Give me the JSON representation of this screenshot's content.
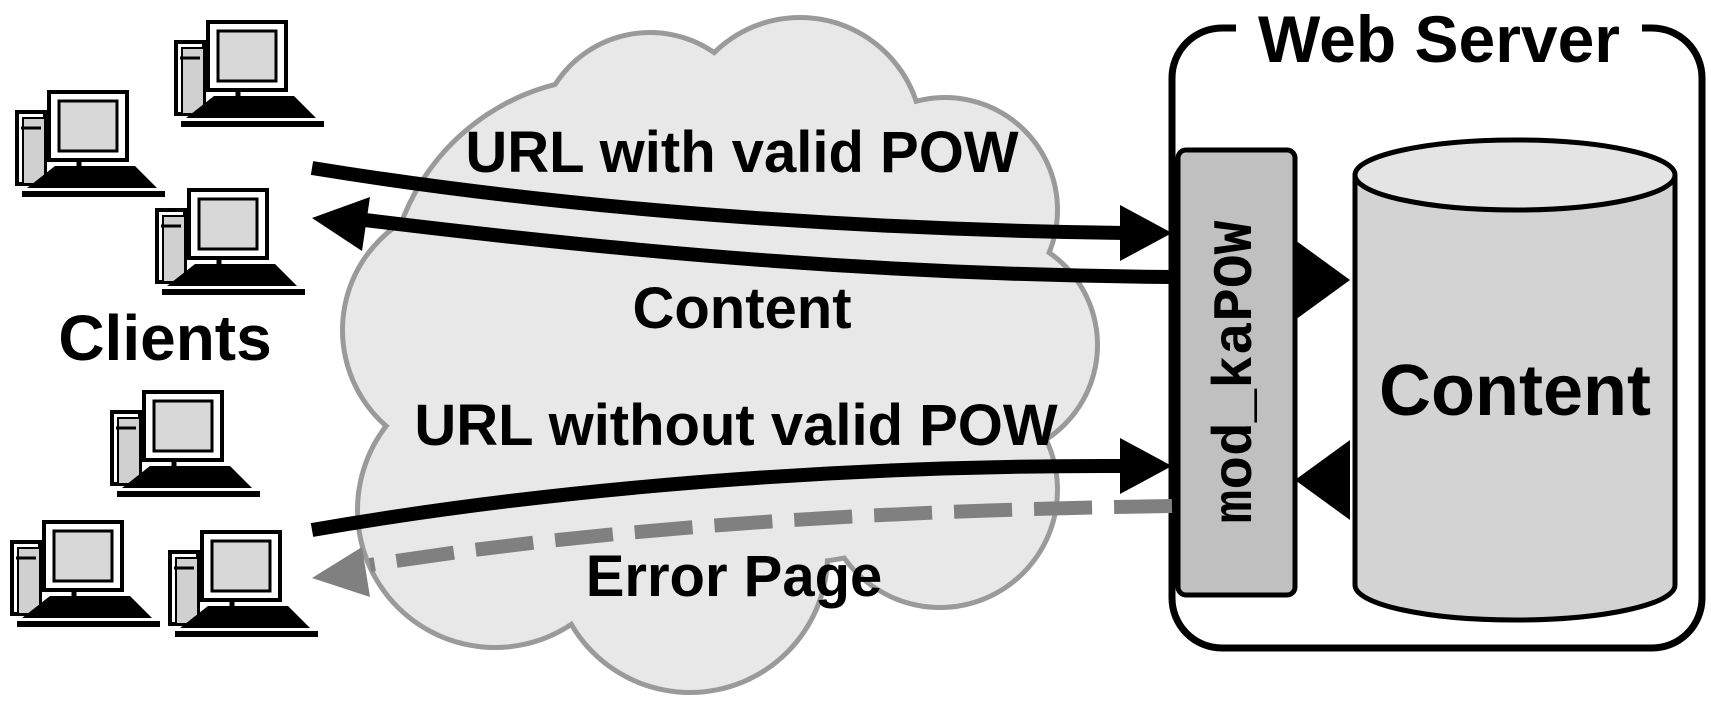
{
  "clients": {
    "label": "Clients",
    "count": 6,
    "icon": "computer-icon"
  },
  "server": {
    "title": "Web Server",
    "module": "mod_kaPOW",
    "store": "Content"
  },
  "network": {
    "icon": "cloud-icon"
  },
  "flows": {
    "request_valid": "URL with valid POW",
    "response_content": "Content",
    "request_invalid": "URL without valid POW",
    "response_error": "Error Page"
  },
  "colors": {
    "stroke": "#000000",
    "cloud_fill": "#e8e8e8",
    "cloud_stroke": "#9a9a9a",
    "module_fill": "#c0c0c0",
    "cylinder_fill": "#d3d3d3",
    "error_arrow": "#808080"
  }
}
